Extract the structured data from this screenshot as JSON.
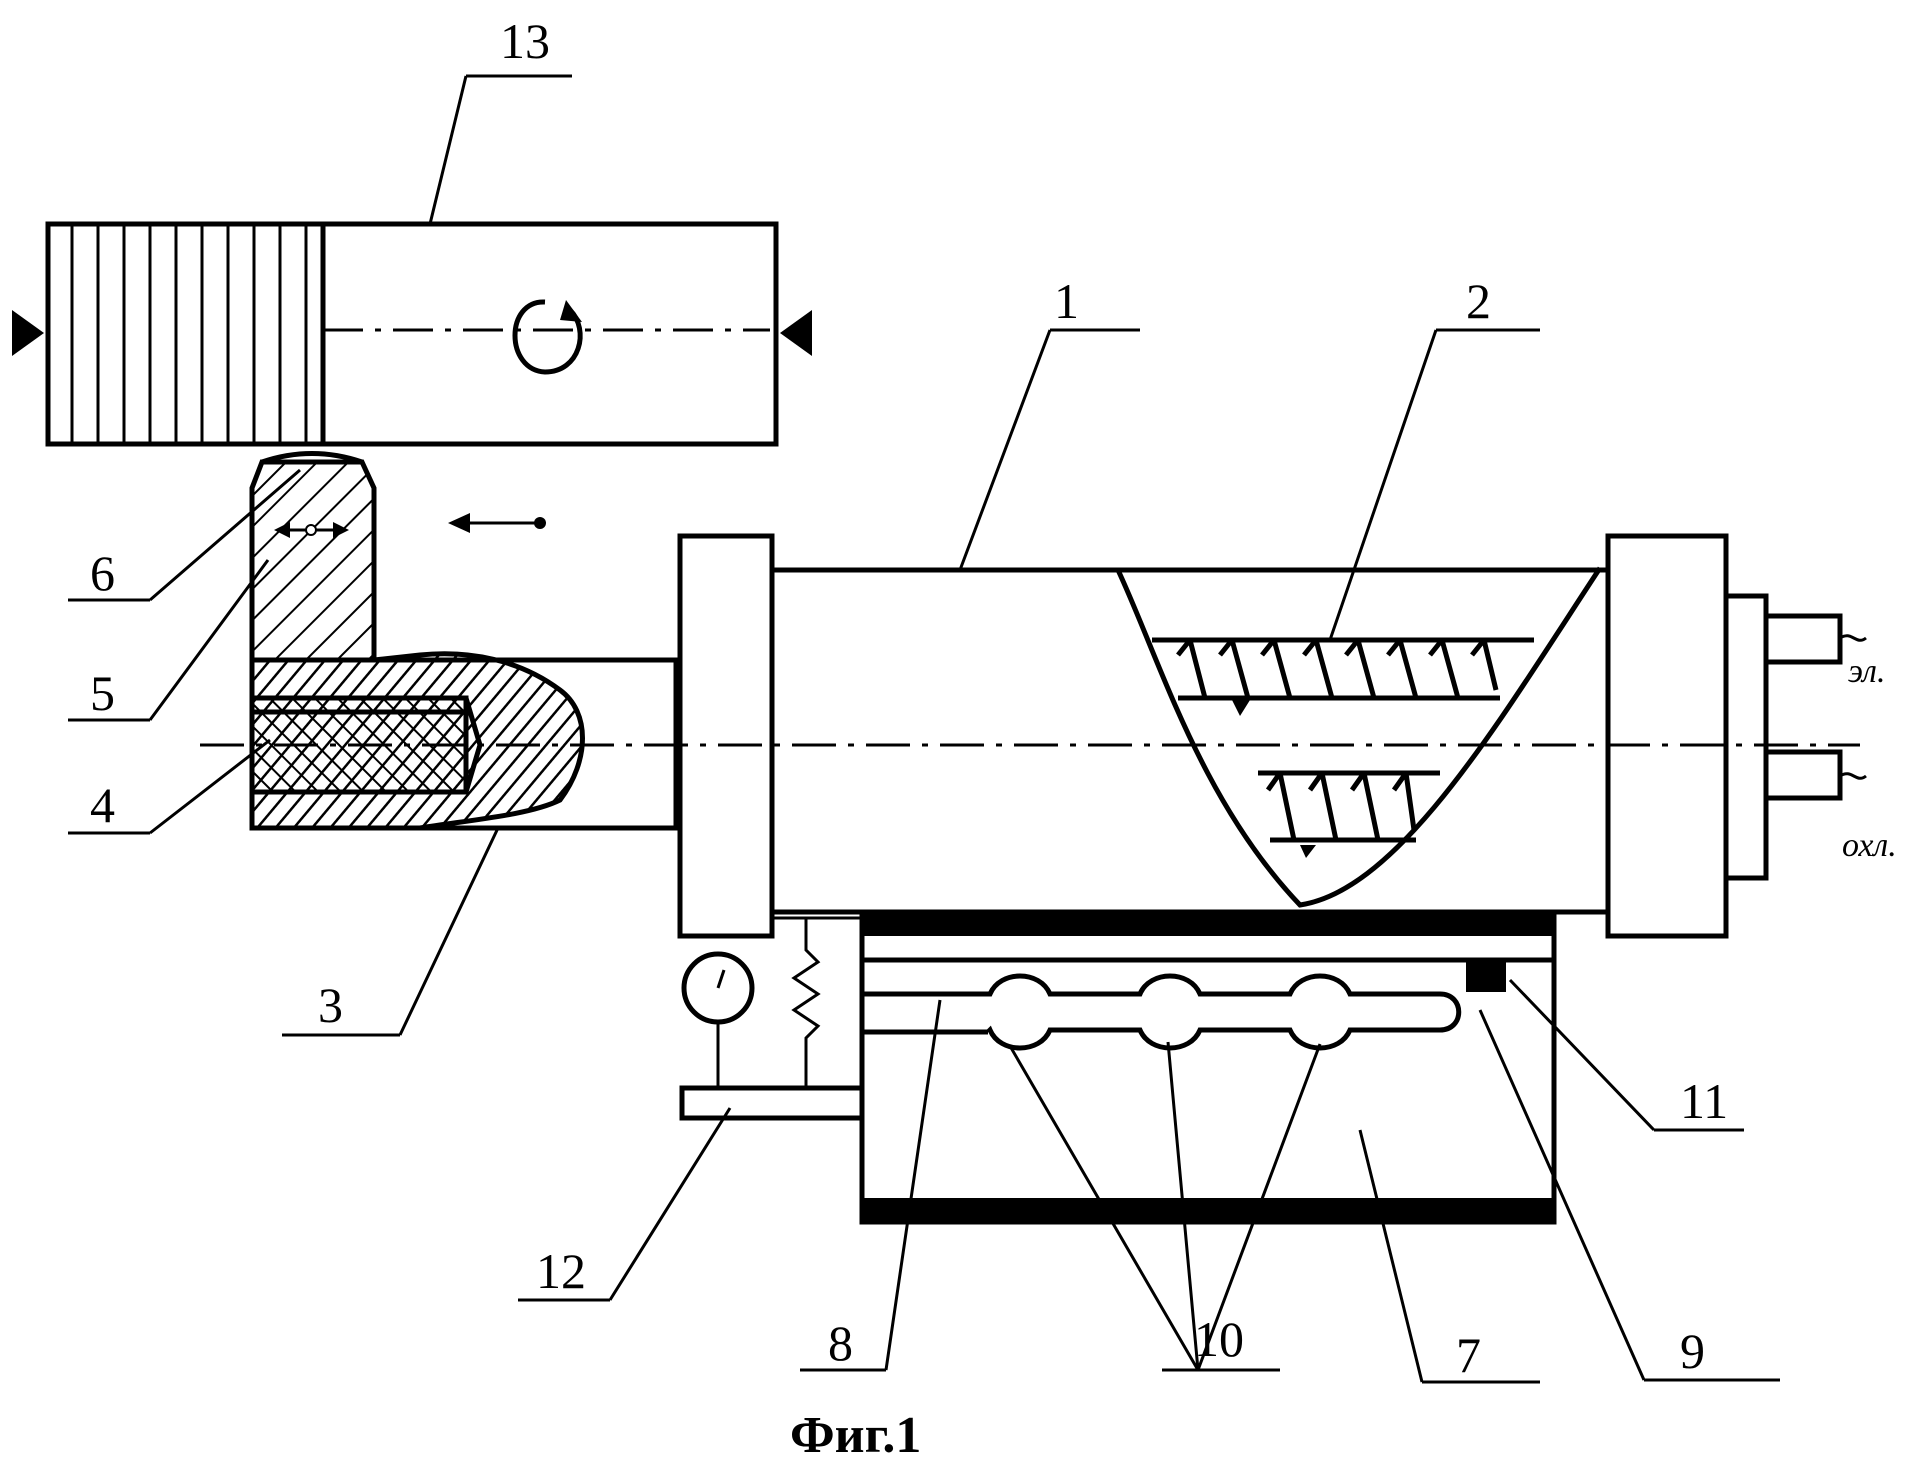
{
  "labels": {
    "l1": "1",
    "l2": "2",
    "l3": "3",
    "l4": "4",
    "l5": "5",
    "l6": "6",
    "l7": "7",
    "l8": "8",
    "l9": "9",
    "l10": "10",
    "l11": "11",
    "l12": "12",
    "l13": "13"
  },
  "connectors": {
    "electric": "эл.",
    "cooling": "охл."
  },
  "caption": "Фиг.1"
}
